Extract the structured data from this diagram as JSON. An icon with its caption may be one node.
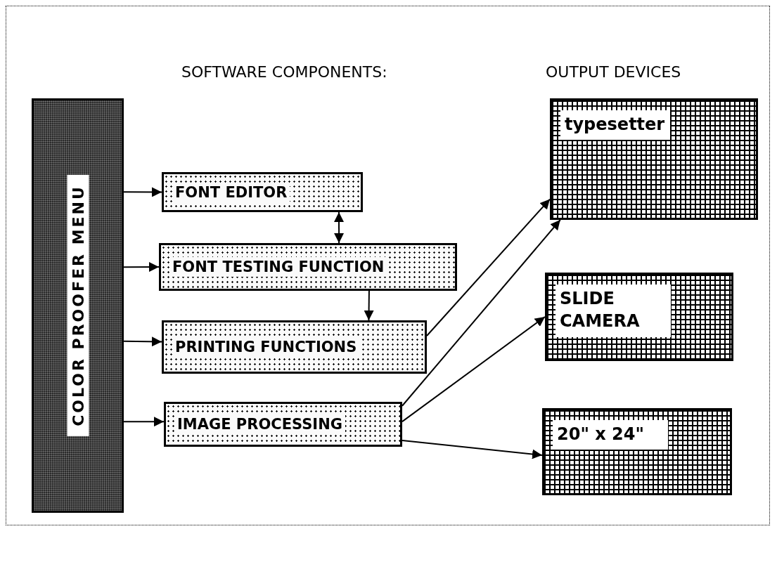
{
  "diagram": {
    "nodes": [
      {
        "text": [
          "COLOR PROOFER MENU"
        ]
      },
      {
        "text": [
          "FONT EDITOR"
        ]
      },
      {
        "text": [
          "FONT TESTING FUNCTION"
        ]
      },
      {
        "text": [
          "PRINTING FUNCTIONS"
        ]
      },
      {
        "text": [
          "IMAGE PROCESSING"
        ]
      },
      {
        "text": [
          "typesetter"
        ]
      },
      {
        "text": [
          "SLIDE CAMERA"
        ]
      },
      {
        "text": [
          "20\" x 24\""
        ]
      }
    ],
    "edges": [
      {
        "from": 0,
        "to": 1,
        "arrow": "to"
      },
      {
        "from": 0,
        "to": 2,
        "arrow": "to"
      },
      {
        "from": 0,
        "to": 3,
        "arrow": "to"
      },
      {
        "from": 0,
        "to": 4,
        "arrow": "to"
      },
      {
        "from": 1,
        "to": 2,
        "arrow": "both"
      },
      {
        "from": 2,
        "to": 3,
        "arrow": "to"
      },
      {
        "from": 3,
        "to": 5,
        "arrow": "to"
      },
      {
        "from": 4,
        "to": 5,
        "arrow": "to"
      },
      {
        "from": 4,
        "to": 6,
        "arrow": "to"
      },
      {
        "from": 4,
        "to": 7,
        "arrow": "to"
      }
    ],
    "labels": [
      "SOFTWARE COMPONENTS:",
      "OUTPUT DEVICES"
    ]
  }
}
